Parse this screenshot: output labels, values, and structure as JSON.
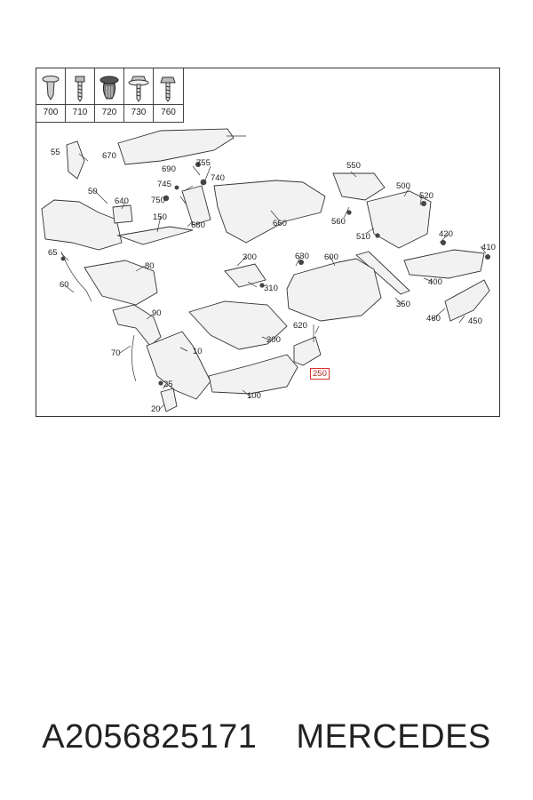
{
  "legend": [
    {
      "icon": "push-rivet-icon",
      "label": "700"
    },
    {
      "icon": "screw-icon",
      "label": "710"
    },
    {
      "icon": "expanding-clip-icon",
      "label": "720"
    },
    {
      "icon": "flange-bolt-icon",
      "label": "730"
    },
    {
      "icon": "hex-bolt-icon",
      "label": "760"
    }
  ],
  "callouts": [
    {
      "label": "55",
      "highlight": false
    },
    {
      "label": "670",
      "highlight": false
    },
    {
      "label": "690",
      "highlight": false
    },
    {
      "label": "755",
      "highlight": false
    },
    {
      "label": "740",
      "highlight": false
    },
    {
      "label": "745",
      "highlight": false
    },
    {
      "label": "750",
      "highlight": false
    },
    {
      "label": "50",
      "highlight": false
    },
    {
      "label": "640",
      "highlight": false
    },
    {
      "label": "150",
      "highlight": false
    },
    {
      "label": "680",
      "highlight": false
    },
    {
      "label": "660",
      "highlight": false
    },
    {
      "label": "550",
      "highlight": false
    },
    {
      "label": "560",
      "highlight": false
    },
    {
      "label": "500",
      "highlight": false
    },
    {
      "label": "520",
      "highlight": false
    },
    {
      "label": "510",
      "highlight": false
    },
    {
      "label": "420",
      "highlight": false
    },
    {
      "label": "410",
      "highlight": false
    },
    {
      "label": "65",
      "highlight": false
    },
    {
      "label": "80",
      "highlight": false
    },
    {
      "label": "300",
      "highlight": false
    },
    {
      "label": "630",
      "highlight": false
    },
    {
      "label": "600",
      "highlight": false
    },
    {
      "label": "400",
      "highlight": false
    },
    {
      "label": "60",
      "highlight": false
    },
    {
      "label": "310",
      "highlight": false
    },
    {
      "label": "350",
      "highlight": false
    },
    {
      "label": "90",
      "highlight": false
    },
    {
      "label": "460",
      "highlight": false
    },
    {
      "label": "450",
      "highlight": false
    },
    {
      "label": "620",
      "highlight": false
    },
    {
      "label": "70",
      "highlight": false
    },
    {
      "label": "200",
      "highlight": false
    },
    {
      "label": "10",
      "highlight": false
    },
    {
      "label": "250",
      "highlight": true
    },
    {
      "label": "25",
      "highlight": false
    },
    {
      "label": "100",
      "highlight": false
    },
    {
      "label": "20",
      "highlight": false
    }
  ],
  "colors": {
    "highlight": "#d9322b",
    "line": "#333333"
  },
  "footer": {
    "part_number": "A2056825171",
    "brand": "MERCEDES"
  }
}
